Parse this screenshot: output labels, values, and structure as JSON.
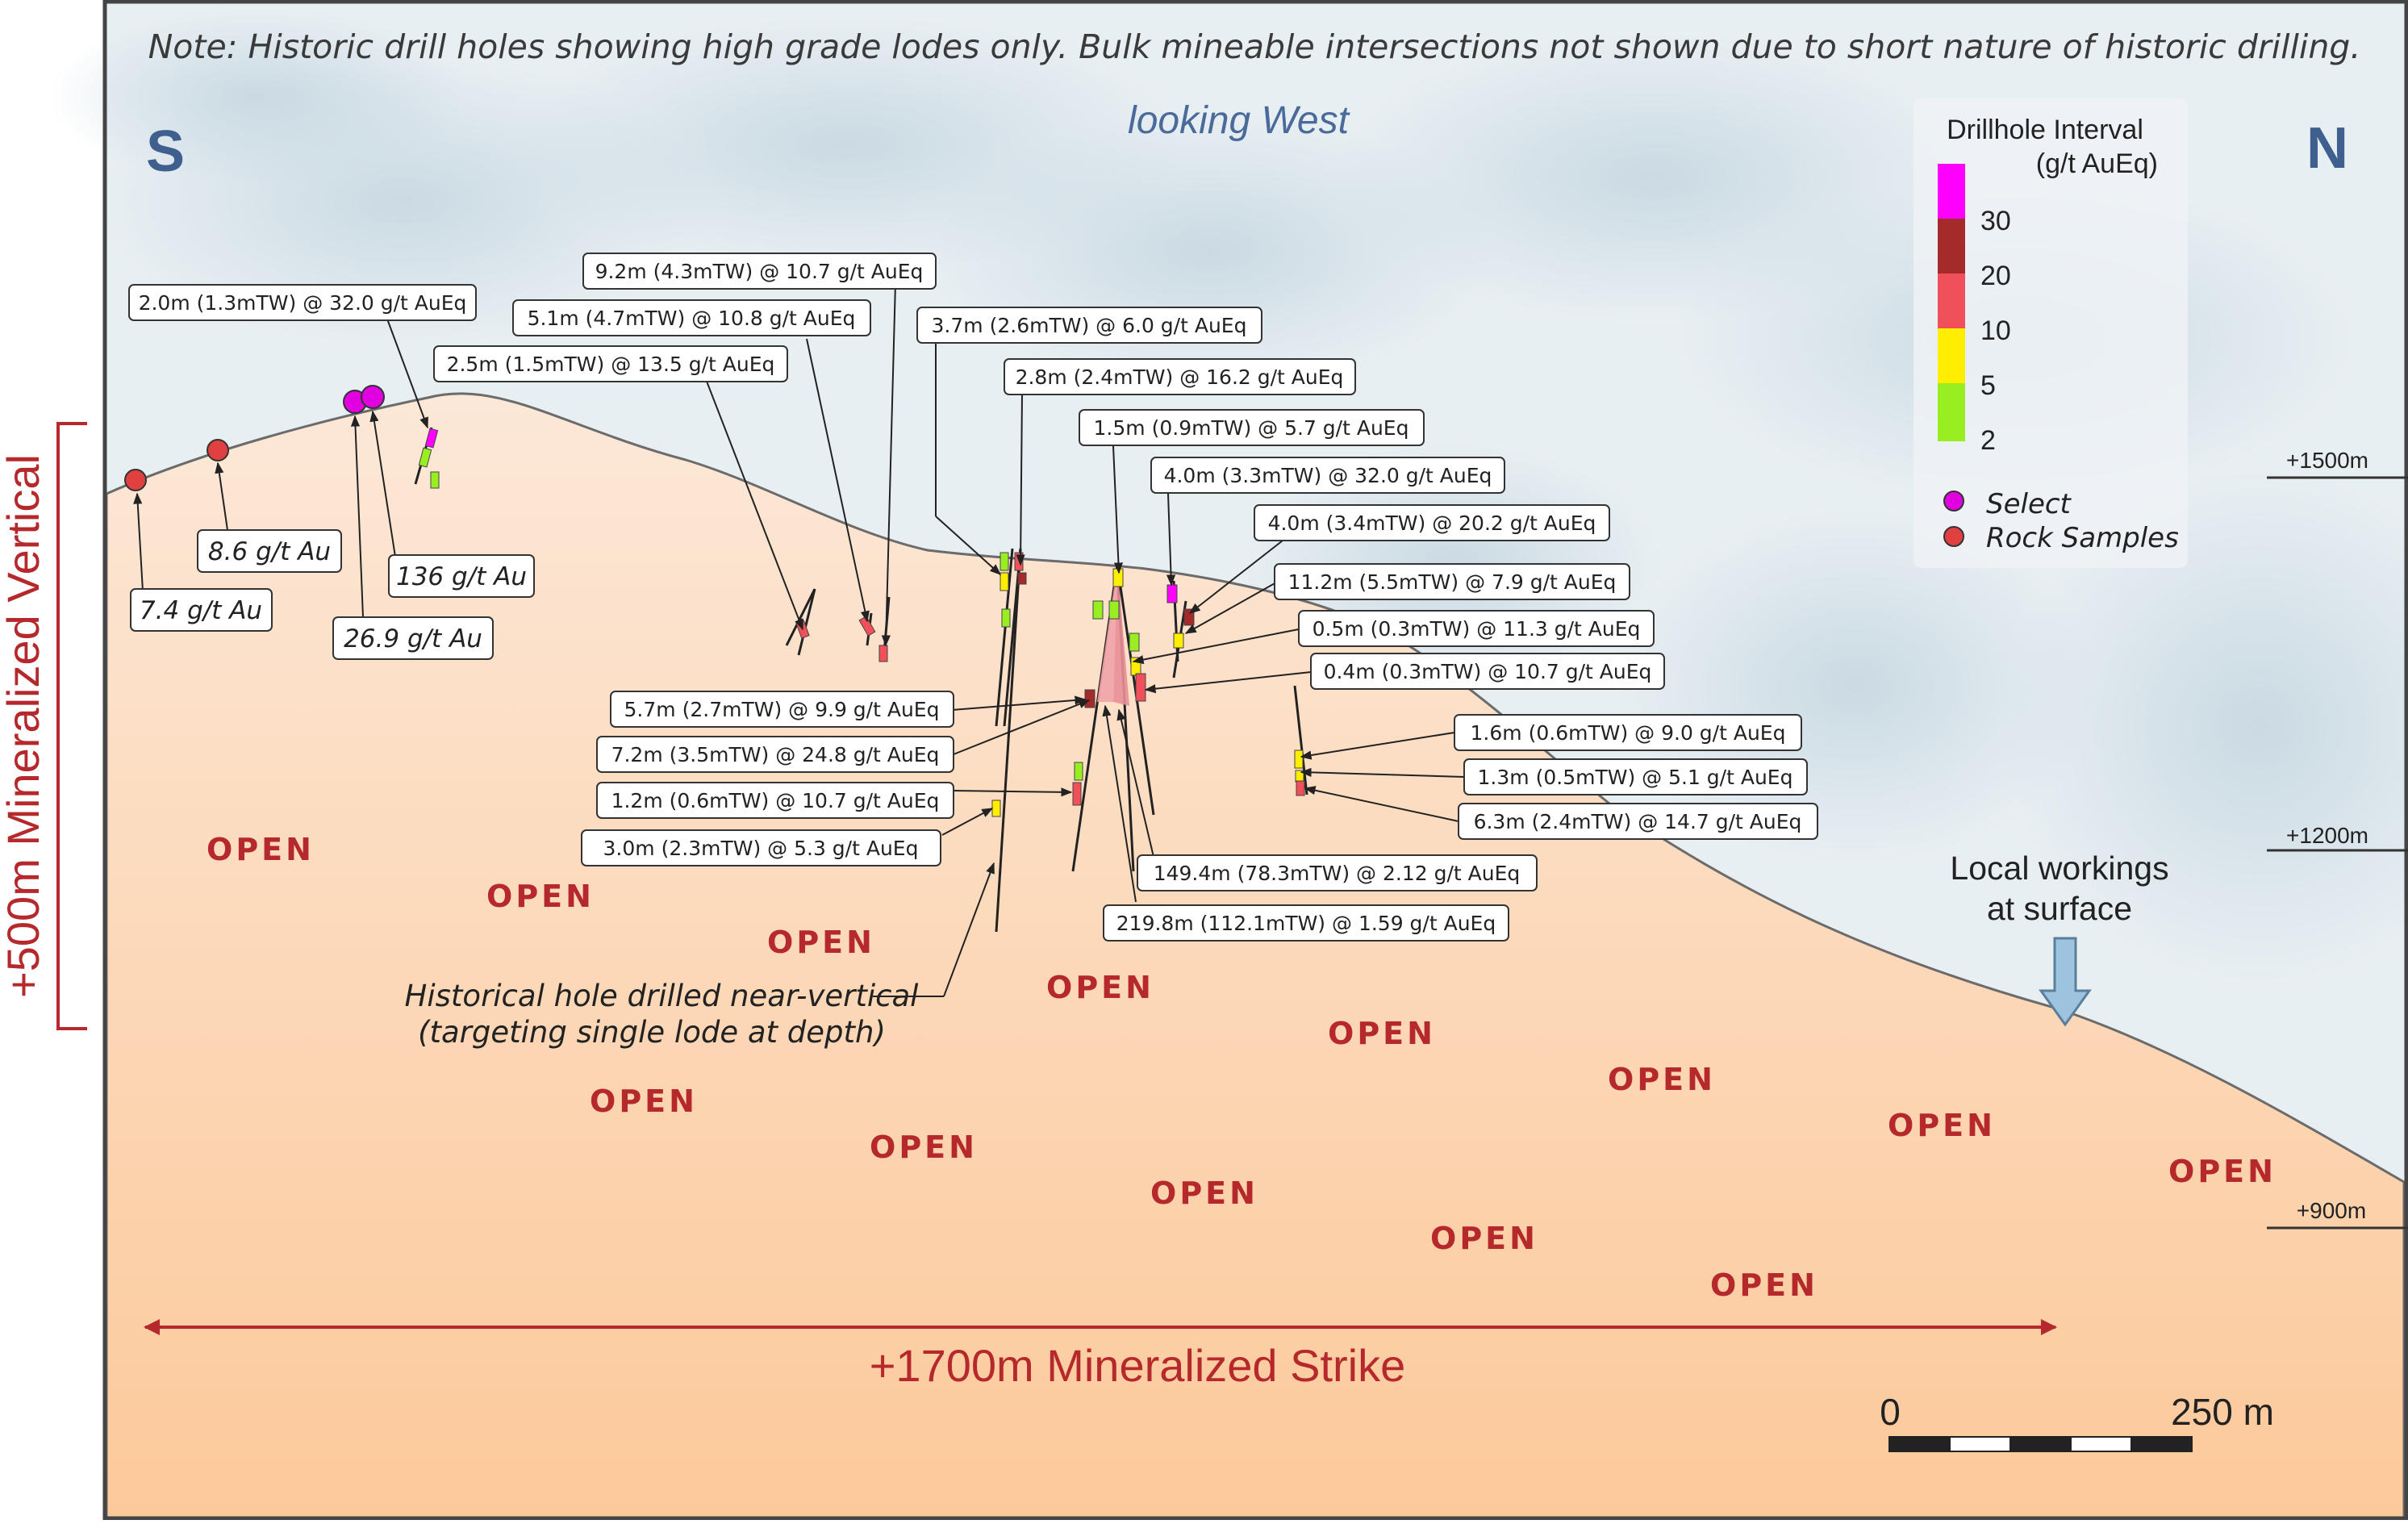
{
  "note": "Note: Historic drill holes showing high grade lodes only. Bulk mineable intersections not shown due to short nature of historic drilling.",
  "view": "looking West",
  "compass": {
    "south": "S",
    "north": "N"
  },
  "vertical_label": "+500m Mineralized Vertical",
  "strike_label": "+1700m Mineralized Strike",
  "elevations": [
    "+1500m",
    "+1200m",
    "+900m"
  ],
  "legend": {
    "title_line1": "Drillhole Interval",
    "title_line2": "(g/t AuEq)",
    "scale_values": [
      "30",
      "20",
      "10",
      "5",
      "2"
    ],
    "scale_colors": [
      "#ff00ff",
      "#a52a2a",
      "#f0505a",
      "#ffee00",
      "#99ee22"
    ],
    "select": "Select",
    "rock_samples": "Rock Samples",
    "select_color": "#e000e0",
    "rock_color": "#e04040"
  },
  "rock_samples": [
    "7.4 g/t Au",
    "8.6 g/t Au",
    "26.9 g/t Au",
    "136 g/t Au"
  ],
  "intercepts": [
    "2.0m (1.3mTW) @ 32.0 g/t AuEq",
    "9.2m (4.3mTW) @ 10.7 g/t AuEq",
    "5.1m (4.7mTW) @ 10.8 g/t AuEq",
    "2.5m (1.5mTW) @ 13.5 g/t AuEq",
    "3.7m (2.6mTW) @ 6.0 g/t AuEq",
    "2.8m (2.4mTW) @ 16.2 g/t AuEq",
    "1.5m (0.9mTW) @ 5.7 g/t AuEq",
    "4.0m (3.3mTW) @ 32.0 g/t AuEq",
    "4.0m (3.4mTW) @ 20.2 g/t AuEq",
    "11.2m (5.5mTW) @ 7.9 g/t AuEq",
    "0.5m (0.3mTW) @ 11.3 g/t AuEq",
    "0.4m (0.3mTW) @ 10.7 g/t AuEq",
    "5.7m (2.7mTW) @ 9.9 g/t AuEq",
    "7.2m (3.5mTW) @ 24.8 g/t AuEq",
    "1.2m (0.6mTW) @ 10.7 g/t AuEq",
    "3.0m (2.3mTW) @ 5.3 g/t AuEq",
    "1.6m (0.6mTW) @ 9.0 g/t AuEq",
    "1.3m (0.5mTW) @ 5.1 g/t AuEq",
    "6.3m (2.4mTW) @ 14.7 g/t AuEq",
    "149.4m (78.3mTW) @ 2.12 g/t AuEq",
    "219.8m (112.1mTW) @ 1.59 g/t AuEq"
  ],
  "open_label": "OPEN",
  "historical_note_line1": "Historical hole drilled near-vertical",
  "historical_note_line2": "(targeting single lode at depth)",
  "local_workings_line1": "Local workings",
  "local_workings_line2": "at surface",
  "scale_bar": {
    "start": "0",
    "end": "250 m"
  }
}
